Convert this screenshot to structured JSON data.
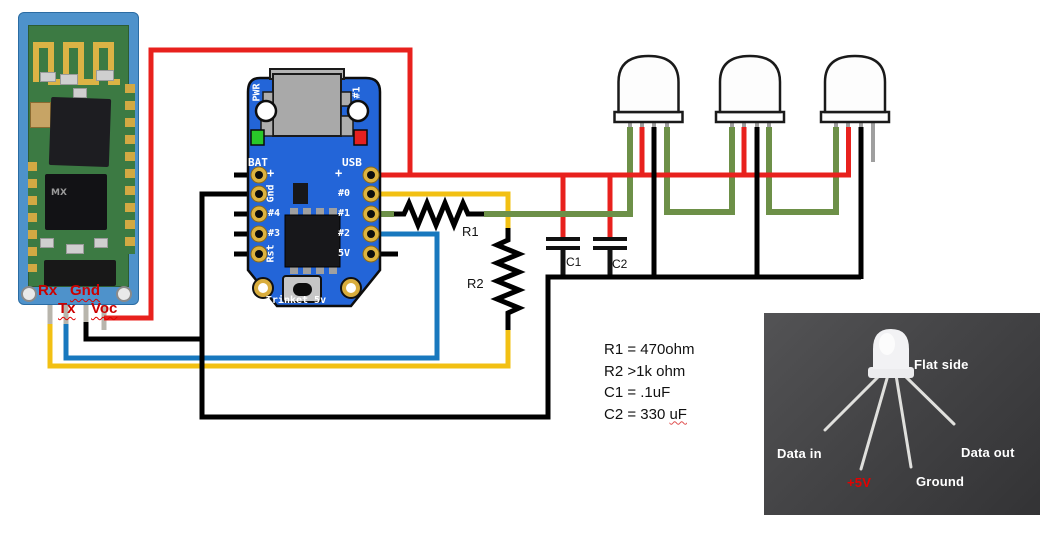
{
  "bluetooth_module": {
    "chip_label": "MX",
    "pin_labels": {
      "rx": "Rx",
      "gnd": "Gnd",
      "tx": "Tx",
      "voc": "Voc"
    }
  },
  "trinket": {
    "top_left_label": "PWR",
    "top_right_label": "#1",
    "left_pins": [
      "BAT",
      "Gnd",
      "#4",
      "#3",
      "Rst"
    ],
    "right_pins": [
      "USB",
      "#0",
      "#1",
      "#2",
      "5V"
    ],
    "plus": "+",
    "board_name": "Trinket 5v"
  },
  "components": {
    "r1": "R1",
    "r2": "R2",
    "c1": "C1",
    "c2": "C2"
  },
  "notes": {
    "line1": "R1 = 470ohm",
    "line2": "R2 >1k ohm",
    "line3": "C1 = .1uF",
    "line4_pre": "C2 = 330 ",
    "line4_wavy": "uF"
  },
  "inset": {
    "flat_side": "Flat side",
    "data_in": "Data in",
    "data_out": "Data out",
    "plus_5v": "+5V",
    "ground": "Ground"
  },
  "colors": {
    "wire_red": "#E8211D",
    "wire_yellow": "#F2C013",
    "wire_blue": "#1878BE",
    "wire_green": "#6D9048",
    "wire_black": "#000000",
    "trinket_blue": "#2365D8",
    "bt_board_blue": "#4E92CB",
    "pcb_green": "#3C7A43",
    "antenna_gold": "#DCB345",
    "label_red": "#CC0000"
  }
}
